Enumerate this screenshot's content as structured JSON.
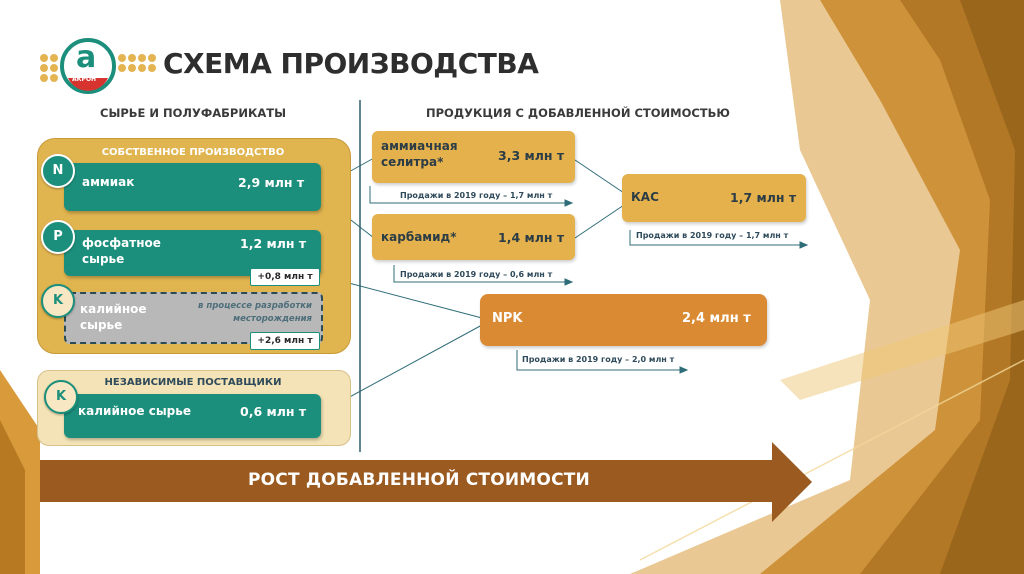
{
  "title": "СХЕМА ПРОИЗВОДСТВА",
  "logo": {
    "letter": "а",
    "text": "АКРОН"
  },
  "sections": {
    "left_header": "СЫРЬЕ И ПОЛУФАБРИКАТЫ",
    "right_header": "ПРОДУКЦИЯ С ДОБАВЛЕННОЙ СТОИМОСТЬЮ"
  },
  "own_production": {
    "label": "СОБСТВЕННОЕ ПРОИЗВОДСТВО",
    "ammonia": {
      "badge": "N",
      "name": "аммиак",
      "value": "2,9 млн т"
    },
    "phosphate": {
      "badge": "P",
      "name_line1": "фосфатное",
      "name_line2": "сырье",
      "value": "1,2 млн т",
      "plus": "+0,8 млн т"
    },
    "potash": {
      "badge": "K",
      "name_line1": "калийное",
      "name_line2": "сырье",
      "note_line1": "в процессе разработки",
      "note_line2": "месторождения",
      "plus": "+2,6 млн т"
    }
  },
  "independent": {
    "label": "НЕЗАВИСИМЫЕ ПОСТАВЩИКИ",
    "potash": {
      "badge": "K",
      "name": "калийное сырье",
      "value": "0,6 млн т"
    }
  },
  "products": {
    "ammonium_nitrate": {
      "name_line1": "аммиачная",
      "name_line2": "селитра*",
      "value": "3,3 млн т",
      "sales": "Продажи в 2019 году – 1,7 млн т"
    },
    "urea": {
      "name": "карбамид*",
      "value": "1,4 млн т",
      "sales": "Продажи в 2019 году – 0,6 млн т"
    },
    "kas": {
      "name": "КАС",
      "value": "1,7 млн т",
      "sales": "Продажи в 2019 году – 1,7 млн т"
    },
    "npk": {
      "name": "NPK",
      "value": "2,4 млн т",
      "sales": "Продажи в 2019 году – 2,0 млн т"
    }
  },
  "bottom_arrow": "РОСТ ДОБАВЛЕННОЙ СТОИМОСТИ",
  "colors": {
    "teal": "#1c8f7c",
    "gold": "#e0b44f",
    "orange": "#d98a32",
    "brown_arrow": "#9a5a20",
    "background_gold": "#c68a2a"
  }
}
